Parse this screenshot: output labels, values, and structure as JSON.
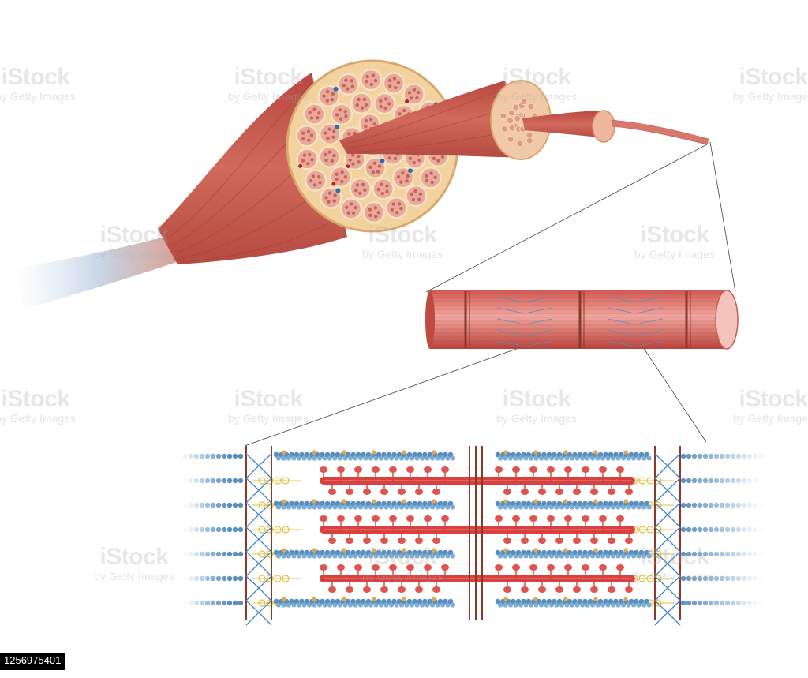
{
  "image_id": "1256975401",
  "watermark": {
    "brand": "iStock",
    "credit": "by Getty Images"
  },
  "colors": {
    "muscle_red": "#c85a4e",
    "muscle_light": "#e0867a",
    "fascia": "#f2d3a0",
    "fiber_pink": "#e8aaa0",
    "actin_blue": "#5a8fbd",
    "troponin_orange": "#e8a64a",
    "myosin_red": "#d9413f",
    "z_disc_brown": "#8b3a2a",
    "titin_yellow": "#e6c13c",
    "tendon": "#c8d6e8"
  },
  "diagram": {
    "structures": [
      "muscle",
      "fascicle",
      "muscle-fiber",
      "myofibril",
      "sarcomere"
    ]
  }
}
